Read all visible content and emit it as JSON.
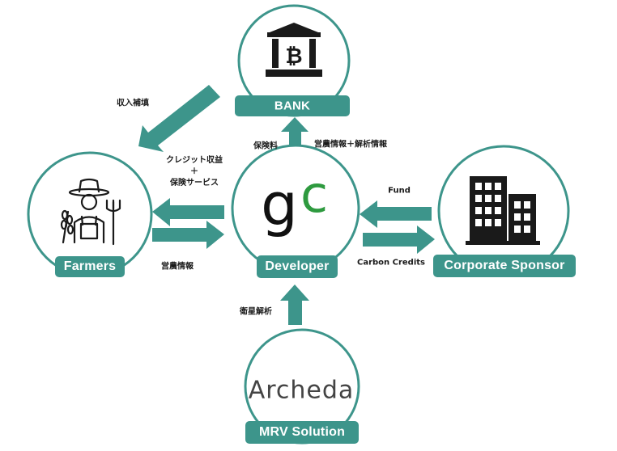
{
  "colors": {
    "teal": "#3d958b",
    "ring": "#3d958b",
    "dark": "#111111",
    "green": "#2e9a3f"
  },
  "nodes": {
    "bank": "BANK",
    "farmers": "Farmers",
    "developer": "Developer",
    "sponsor": "Corporate Sponsor",
    "mrv": "MRV Solution"
  },
  "logos": {
    "archeda": "Archeda"
  },
  "icons": {
    "bank": "bank-bitcoin-icon",
    "farmer": "farmer-icon",
    "developer": "gc-logo-icon",
    "sponsor": "office-building-icon",
    "mrv": "archeda-logo"
  },
  "edges": {
    "bank_to_farmers": "収入補填",
    "developer_to_farmers_line1": "クレジット収益",
    "developer_to_farmers_line2": "＋",
    "developer_to_farmers_line3": "保険サービス",
    "farmers_to_developer": "営農情報",
    "developer_to_bank_left": "保険料",
    "developer_to_bank_right": "営農情報＋解析情報",
    "sponsor_to_developer": "Fund",
    "developer_to_sponsor": "Carbon Credits",
    "mrv_to_developer": "衛星解析"
  }
}
